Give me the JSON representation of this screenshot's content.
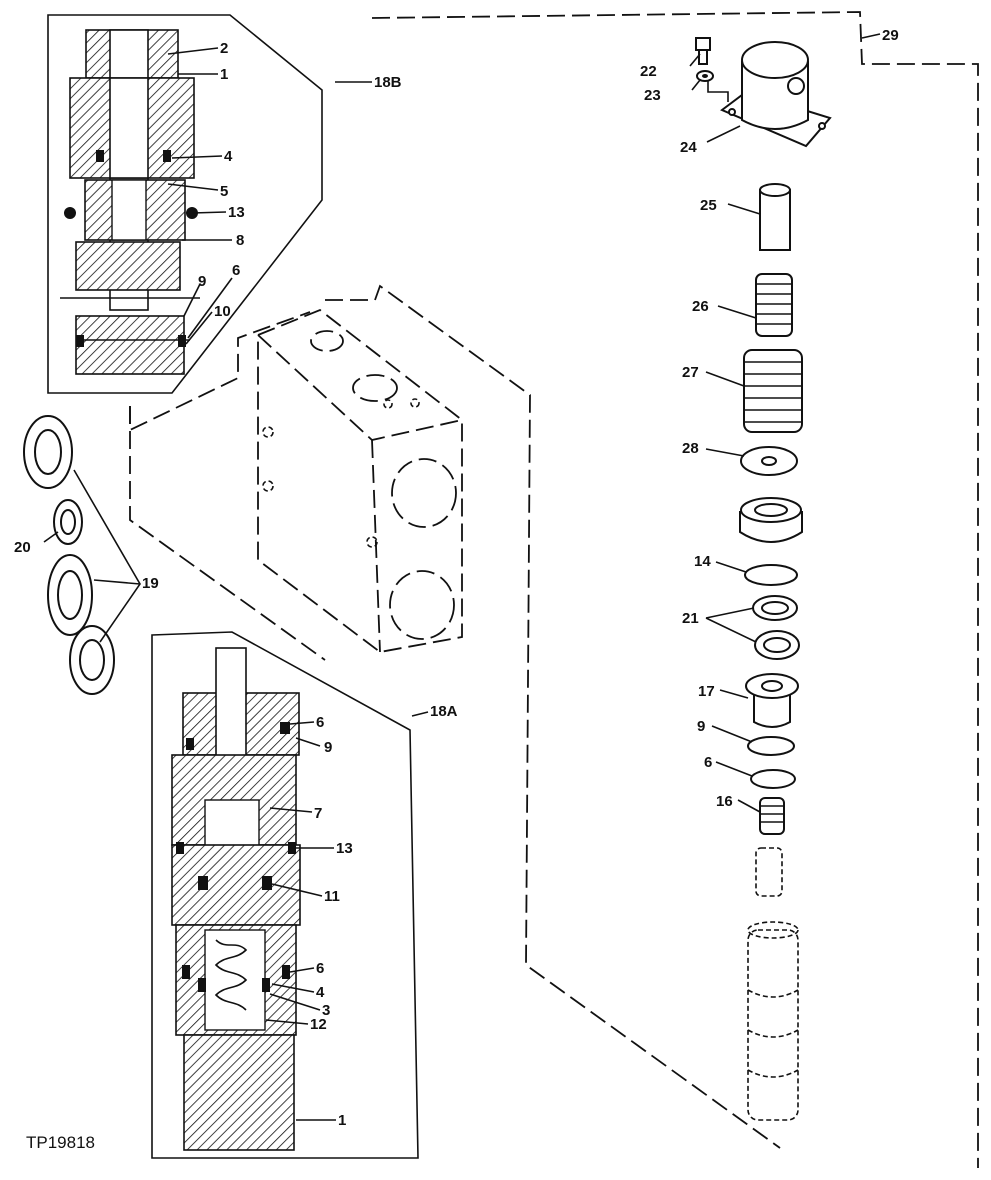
{
  "figure_code": "TP19818",
  "callouts": {
    "c29": "29",
    "c22": "22",
    "c23": "23",
    "c24": "24",
    "c25": "25",
    "c26": "26",
    "c27": "27",
    "c28": "28",
    "c14": "14",
    "c21": "21",
    "c17": "17",
    "c9r": "9",
    "c6r": "6",
    "c16": "16",
    "c18B": "18B",
    "c18A": "18A",
    "c19": "19",
    "c20": "20",
    "b2": "2",
    "b1": "1",
    "b4": "4",
    "b5": "5",
    "b13": "13",
    "b8": "8",
    "b9": "9",
    "b6": "6",
    "b10": "10",
    "a6a": "6",
    "a9": "9",
    "a7": "7",
    "a13": "13",
    "a11": "11",
    "a6b": "6",
    "a4": "4",
    "a3": "3",
    "a12": "12",
    "a1": "1"
  }
}
